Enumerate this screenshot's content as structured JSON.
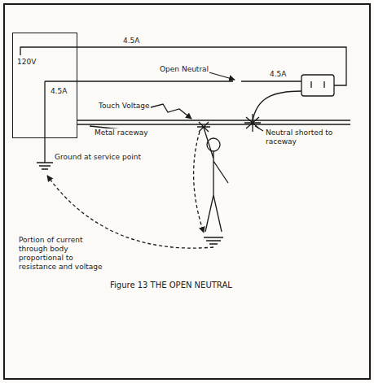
{
  "diagram": {
    "caption": "Figure 13 THE OPEN NEUTRAL",
    "nodes": [
      {
        "text": [
          "120V",
          "4.5A"
        ]
      }
    ],
    "labels": [
      "4.5A",
      "Open Neutral",
      "4.5A",
      "Touch Voltage",
      "Metal raceway",
      "Neutral shorted to raceway",
      "Ground at service point",
      "Portion of current through body proportional to resistance and voltage"
    ]
  }
}
